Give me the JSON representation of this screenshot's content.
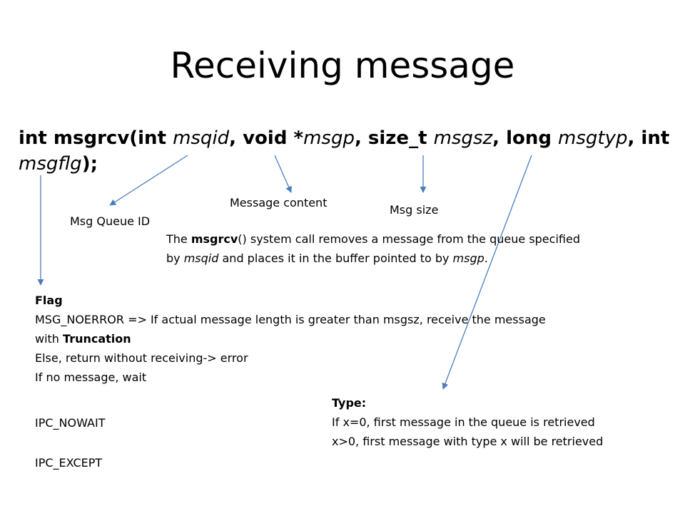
{
  "title": "Receiving message",
  "signature": {
    "line1": {
      "p1": "int msgrcv(int ",
      "p2": "msqid",
      "p3": ", void *",
      "p4": "msgp",
      "p5": ", size_t ",
      "p6": "msgsz",
      "p7": ", long ",
      "p8": "msgtyp",
      "p9": ", int"
    },
    "line2": {
      "p1": "msgflg",
      "p2": ");"
    }
  },
  "labels": {
    "message_content": "Message content",
    "msg_size": "Msg size",
    "msg_queue_id": "Msg Queue ID"
  },
  "description": {
    "line1": {
      "a": "The ",
      "b": "msgrcv",
      "c": "() system call removes a message from the queue specified"
    },
    "line2": {
      "a": "by ",
      "b": "msqid",
      "c": " and places it in the buffer pointed to by ",
      "d": "msgp",
      "e": "."
    }
  },
  "flags": {
    "heading": "Flag",
    "noerror_line": "MSG_NOERROR => If actual message length is greater than msgsz, receive the message",
    "with_prefix": "with ",
    "truncation": "Truncation",
    "else_line": "Else, return without receiving-> error",
    "wait_line": "If no message, wait",
    "nowait": "IPC_NOWAIT",
    "except": "IPC_EXCEPT"
  },
  "type_block": {
    "heading": "Type:",
    "line1": "If x=0, first message in the queue is retrieved",
    "line2": "x>0, first message with type x will be retrieved"
  },
  "colors": {
    "arrow": "#4a7ebb",
    "text": "#000000",
    "background": "#ffffff"
  }
}
